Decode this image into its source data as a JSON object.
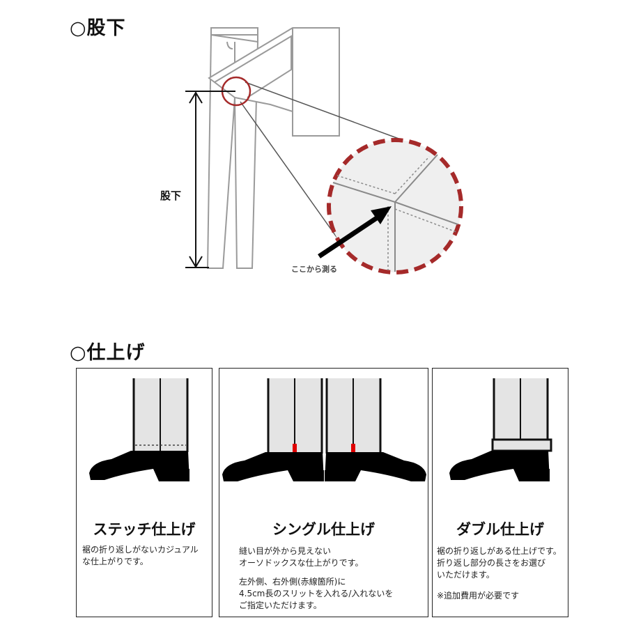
{
  "inseam": {
    "title": "○股下",
    "measure_label": "股下",
    "point_caption": "ここから測る"
  },
  "finish": {
    "title": "○仕上げ",
    "options": [
      {
        "title": "ステッチ仕上げ",
        "desc": [
          "裾の折り返しがないカジュアル",
          "な仕上がりです。"
        ]
      },
      {
        "title": "シングル仕上げ",
        "desc": [
          "縫い目が外から見えない",
          "オーソドックスな仕上がりです。"
        ],
        "desc2": [
          "左外側、右外側(赤線箇所)に",
          "4.5cm長のスリットを入れる/入れないを",
          "ご指定いただけます。"
        ]
      },
      {
        "title": "ダブル仕上げ",
        "desc": [
          "裾の折り返しがある仕上げです。",
          "折り返し部分の長さをお選び",
          "いただけます。"
        ],
        "note": "※追加費用が必要です"
      }
    ]
  },
  "colors": {
    "accent_red": "#a52a2a",
    "slit_red": "#e00000",
    "pants_gray": "#e4e4e4",
    "outline_gray": "#9a9a9a"
  }
}
